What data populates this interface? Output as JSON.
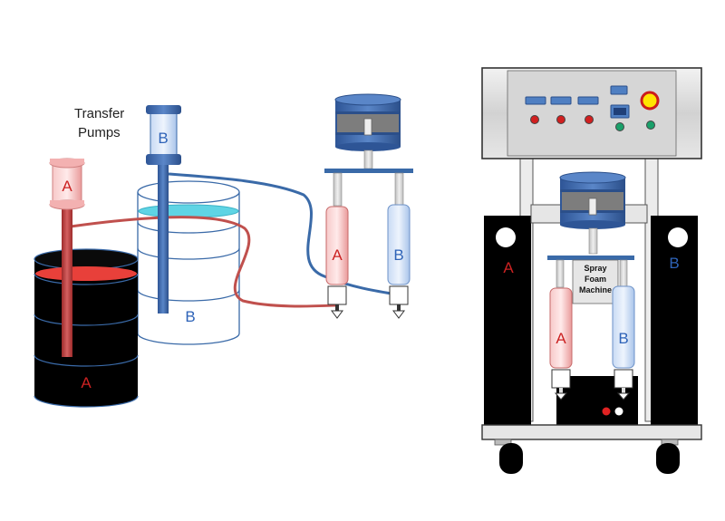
{
  "labels": {
    "transfer_line1": "Transfer",
    "transfer_line2": "Pumps",
    "pump_a": "A",
    "pump_b": "B",
    "drum_a": "A",
    "drum_b": "B",
    "cyl_a": "A",
    "cyl_b": "B",
    "side_a": "A",
    "side_b": "B",
    "machine_cyl_a": "A",
    "machine_cyl_b": "B",
    "machine_line1": "Spray",
    "machine_line2": "Foam",
    "machine_line3": "Machine"
  },
  "colors": {
    "component_a": "#cc2222",
    "component_b": "#2e63b8",
    "hose_a": "#c0504d",
    "hose_b": "#3a6aa8",
    "drum": "#000000",
    "liquid_top_a": "#e8403a",
    "liquid_top_b": "#4fd0e0",
    "panel": "#d9d9d9",
    "frame": "#ececec"
  },
  "icons": [
    "power-indicator-icon",
    "indicator-light-icon",
    "switch-icon",
    "wheel-icon"
  ]
}
